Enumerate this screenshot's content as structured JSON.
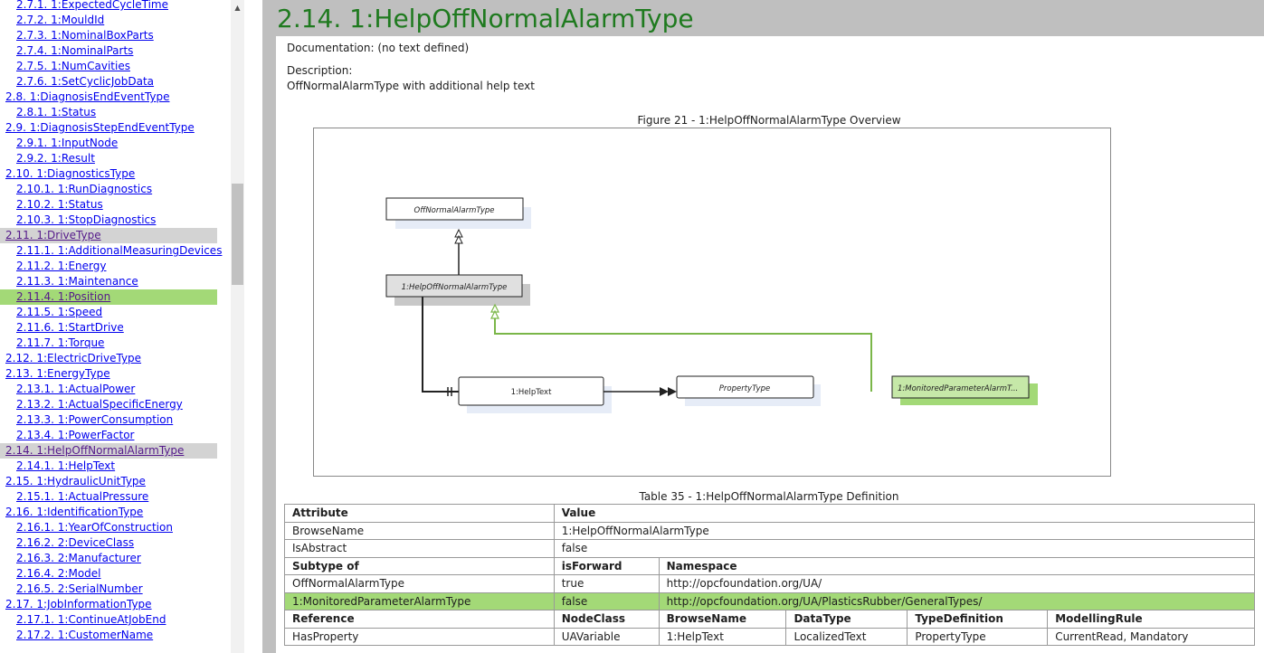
{
  "nav": {
    "items": [
      {
        "label": "2.7.1. 1:ExpectedCycleTime",
        "level": 2,
        "state": ""
      },
      {
        "label": "2.7.2. 1:MouldId",
        "level": 2,
        "state": ""
      },
      {
        "label": "2.7.3. 1:NominalBoxParts",
        "level": 2,
        "state": ""
      },
      {
        "label": "2.7.4. 1:NominalParts",
        "level": 2,
        "state": ""
      },
      {
        "label": "2.7.5. 1:NumCavities",
        "level": 2,
        "state": ""
      },
      {
        "label": "2.7.6. 1:SetCyclicJobData",
        "level": 2,
        "state": ""
      },
      {
        "label": "2.8. 1:DiagnosisEndEventType",
        "level": 1,
        "state": ""
      },
      {
        "label": "2.8.1. 1:Status",
        "level": 2,
        "state": ""
      },
      {
        "label": "2.9. 1:DiagnosisStepEndEventType",
        "level": 1,
        "state": ""
      },
      {
        "label": "2.9.1. 1:InputNode",
        "level": 2,
        "state": ""
      },
      {
        "label": "2.9.2. 1:Result",
        "level": 2,
        "state": ""
      },
      {
        "label": "2.10. 1:DiagnosticsType",
        "level": 1,
        "state": ""
      },
      {
        "label": "2.10.1. 1:RunDiagnostics",
        "level": 2,
        "state": ""
      },
      {
        "label": "2.10.2. 1:Status",
        "level": 2,
        "state": ""
      },
      {
        "label": "2.10.3. 1:StopDiagnostics",
        "level": 2,
        "state": ""
      },
      {
        "label": "2.11. 1:DriveType",
        "level": 1,
        "state": "grey"
      },
      {
        "label": "2.11.1. 1:AdditionalMeasuringDevices",
        "level": 2,
        "state": ""
      },
      {
        "label": "2.11.2. 1:Energy",
        "level": 2,
        "state": ""
      },
      {
        "label": "2.11.3. 1:Maintenance",
        "level": 2,
        "state": ""
      },
      {
        "label": "2.11.4. 1:Position",
        "level": 2,
        "state": "green"
      },
      {
        "label": "2.11.5. 1:Speed",
        "level": 2,
        "state": ""
      },
      {
        "label": "2.11.6. 1:StartDrive",
        "level": 2,
        "state": ""
      },
      {
        "label": "2.11.7. 1:Torque",
        "level": 2,
        "state": ""
      },
      {
        "label": "2.12. 1:ElectricDriveType",
        "level": 1,
        "state": ""
      },
      {
        "label": "2.13. 1:EnergyType",
        "level": 1,
        "state": ""
      },
      {
        "label": "2.13.1. 1:ActualPower",
        "level": 2,
        "state": ""
      },
      {
        "label": "2.13.2. 1:ActualSpecificEnergy",
        "level": 2,
        "state": ""
      },
      {
        "label": "2.13.3. 1:PowerConsumption",
        "level": 2,
        "state": ""
      },
      {
        "label": "2.13.4. 1:PowerFactor",
        "level": 2,
        "state": ""
      },
      {
        "label": "2.14. 1:HelpOffNormalAlarmType",
        "level": 1,
        "state": "grey"
      },
      {
        "label": "2.14.1. 1:HelpText",
        "level": 2,
        "state": ""
      },
      {
        "label": "2.15. 1:HydraulicUnitType",
        "level": 1,
        "state": ""
      },
      {
        "label": "2.15.1. 1:ActualPressure",
        "level": 2,
        "state": ""
      },
      {
        "label": "2.16. 1:IdentificationType",
        "level": 1,
        "state": ""
      },
      {
        "label": "2.16.1. 1:YearOfConstruction",
        "level": 2,
        "state": ""
      },
      {
        "label": "2.16.2. 2:DeviceClass",
        "level": 2,
        "state": ""
      },
      {
        "label": "2.16.3. 2:Manufacturer",
        "level": 2,
        "state": ""
      },
      {
        "label": "2.16.4. 2:Model",
        "level": 2,
        "state": ""
      },
      {
        "label": "2.16.5. 2:SerialNumber",
        "level": 2,
        "state": ""
      },
      {
        "label": "2.17. 1:JobInformationType",
        "level": 1,
        "state": ""
      },
      {
        "label": "2.17.1. 1:ContinueAtJobEnd",
        "level": 2,
        "state": ""
      },
      {
        "label": "2.17.2. 1:CustomerName",
        "level": 2,
        "state": ""
      }
    ],
    "scroll_up_glyph": "▲"
  },
  "page": {
    "title": "2.14. 1:HelpOffNormalAlarmType",
    "documentation": "Documentation: (no text defined)",
    "description_label": "Description:",
    "description_text": "OffNormalAlarmType with additional help text"
  },
  "figure": {
    "caption": "Figure 21 - 1:HelpOffNormalAlarmType Overview",
    "nodes": {
      "offnormal": "OffNormalAlarmType",
      "help": "1:HelpOffNormalAlarmType",
      "helptext": "1:HelpText",
      "propertytype": "PropertyType",
      "monitored": "1:MonitoredParameterAlarmT..."
    },
    "colors": {
      "grey_node": "#c8c8c8",
      "green_node": "#a3d977",
      "blue_node": "#e6ecf7",
      "green_line": "#7ab648"
    }
  },
  "table": {
    "caption": "Table 35 - 1:HelpOffNormalAlarmType Definition",
    "attr_header": [
      "Attribute",
      "Value"
    ],
    "attr_rows": [
      [
        "BrowseName",
        "1:HelpOffNormalAlarmType"
      ],
      [
        "IsAbstract",
        "false"
      ]
    ],
    "subtype_header": [
      "Subtype of",
      "isForward",
      "Namespace"
    ],
    "subtype_rows": [
      [
        "OffNormalAlarmType",
        "true",
        "http://opcfoundation.org/UA/"
      ],
      [
        "1:MonitoredParameterAlarmType",
        "false",
        "http://opcfoundation.org/UA/PlasticsRubber/GeneralTypes/"
      ]
    ],
    "ref_header": [
      "Reference",
      "NodeClass",
      "BrowseName",
      "DataType",
      "TypeDefinition",
      "ModellingRule"
    ],
    "ref_rows": [
      [
        "HasProperty",
        "UAVariable",
        "1:HelpText",
        "LocalizedText",
        "PropertyType",
        "CurrentRead, Mandatory"
      ]
    ]
  }
}
